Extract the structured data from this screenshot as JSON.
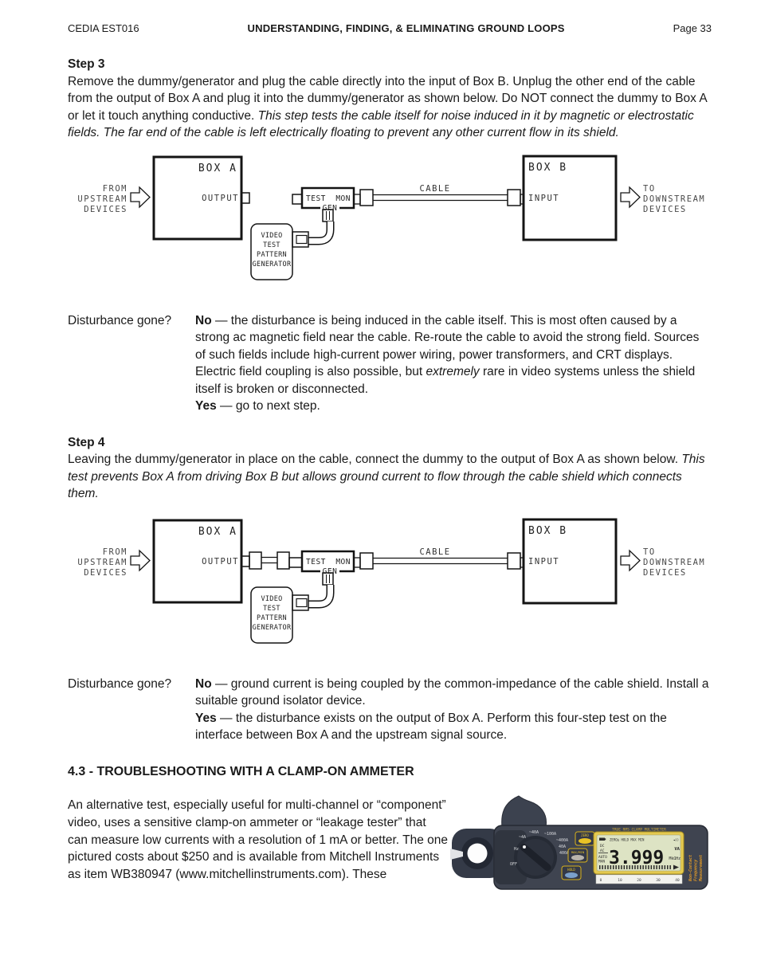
{
  "header": {
    "doc_id": "CEDIA EST016",
    "title": "UNDERSTANDING, FINDING, & ELIMINATING GROUND LOOPS",
    "page": "Page 33"
  },
  "step3": {
    "heading": "Step 3",
    "body_normal": "Remove the dummy/generator and plug the cable directly into the input of Box B. Unplug the other end of the cable from the output of Box A and plug it into the dummy/generator as shown below. Do NOT connect the dummy to Box A or let it touch anything conductive. ",
    "body_italic": "This step tests the cable itself for noise induced in it by magnetic or electrostatic fields. The far end of the cable is left electrically floating to prevent any other current flow in its shield."
  },
  "diagram": {
    "box_a": "BOX A",
    "box_b": "BOX B",
    "output_label": "OUTPUT",
    "input_label": "INPUT",
    "cable_label": "CABLE",
    "test_label": "TEST",
    "mon_label": "MON",
    "gen_label": "GEN",
    "generator": [
      "VIDEO",
      "TEST",
      "PATTERN",
      "GENERATOR"
    ],
    "from": [
      "FROM",
      "UPSTREAM",
      "DEVICES"
    ],
    "to": [
      "TO",
      "DOWNSTREAM",
      "DEVICES"
    ]
  },
  "q1": {
    "label": "Disturbance gone?",
    "no_bold": "No",
    "no_text_1": " — the disturbance is being induced in the cable itself. This is most often caused by a strong ac magnetic field near the cable. Re-route the cable to avoid the strong field. Sources of such fields include high-current power wiring, power transformers, and CRT displays. Electric field coupling is also possible, but ",
    "no_italic": "extremely",
    "no_text_2": " rare in video systems unless the shield itself is broken or disconnected.",
    "yes_bold": "Yes",
    "yes_text": " — go to next step."
  },
  "step4": {
    "heading": "Step 4",
    "body_normal": "Leaving the dummy/generator in place on the cable, connect the dummy to the output of Box A as shown below. ",
    "body_italic": "This test prevents Box A from driving Box B but allows ground current to flow through the cable shield which connects them."
  },
  "q2": {
    "label": "Disturbance gone?",
    "no_bold": "No",
    "no_text": " — ground current is being coupled by the common-impedance of the cable shield. Install a suitable ground isolator device.",
    "yes_bold": "Yes",
    "yes_text": " — the disturbance exists on the output of Box A. Perform this four-step test on the interface between Box A and the upstream signal source."
  },
  "section43": {
    "heading": "4.3 - TROUBLESHOOTING WITH A CLAMP-ON AMMETER",
    "body": "An alternative test, especially useful for multi-channel or “component” video, uses a sensitive clamp-on ammeter or “leakage tester” that can measure low currents with a resolution of 1 mA or better. The one pictured costs about $250 and is available from Mitchell Instruments as item WB380947 (www.mitchellinstruments.com). These"
  },
  "meter": {
    "brand_label": "TRUE RMS CLAMP MULTIMETER",
    "lcd": {
      "top_indicators": "ZERO∆  HOLD  MAX  MIN",
      "speaker": "◄))",
      "mode_dc": "DC",
      "mode_ac": "AC",
      "auto": "AUTO",
      "man": "MAN",
      "value": "3.999",
      "unit_top": "VA",
      "unit_bottom": "MkΩHz",
      "scale": [
        "0",
        "10",
        "20",
        "30",
        "40"
      ]
    },
    "buttons": {
      "zero": "ZERO",
      "maxmin": "MAX/MIN",
      "hold": "HOLD"
    },
    "dial": {
      "labels": [
        "OFF",
        "Hz",
        "~4A",
        "~40A",
        "~100A",
        "~400A",
        "40A",
        "400A"
      ]
    },
    "side_text": [
      "Non-Contact",
      "Frequency",
      "Measurement"
    ],
    "colors": {
      "body": "#3f4450",
      "clamp": "#30353f",
      "bezel": "#e4c94f",
      "lcd": "#dde3c4",
      "accent_yellow": "#e8c226",
      "accent_blue": "#7aa0cc",
      "side_text": "#e09a28"
    }
  }
}
